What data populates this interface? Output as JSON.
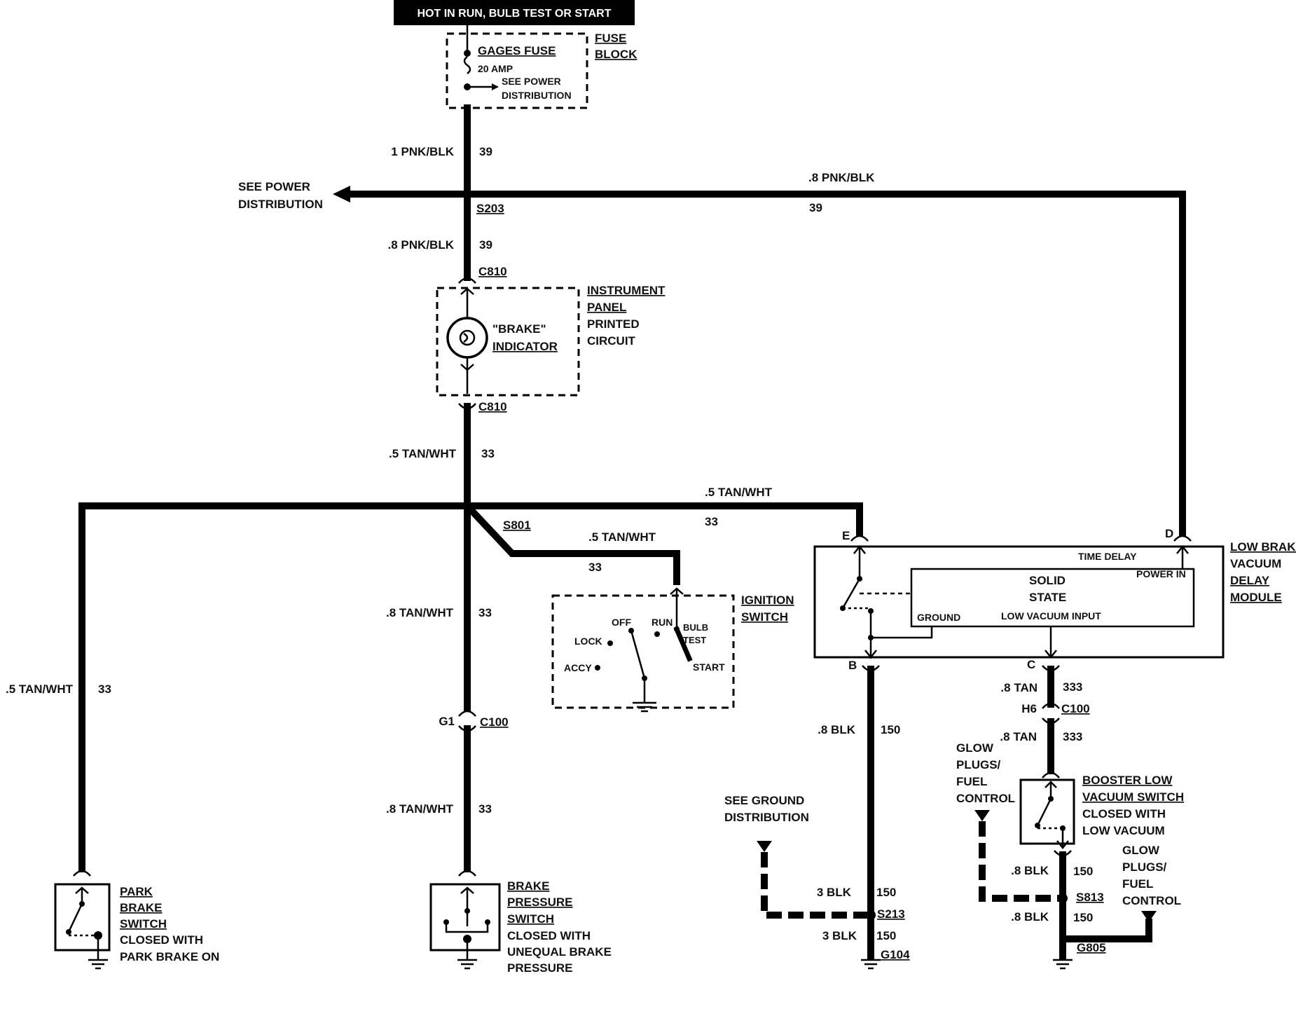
{
  "header": {
    "title": "HOT IN RUN,   BULB TEST OR START"
  },
  "fuse": {
    "block_label": [
      "FUSE",
      "BLOCK"
    ],
    "name": "GAGES FUSE",
    "rating": "20 AMP",
    "note": [
      "SEE POWER",
      "DISTRIBUTION"
    ]
  },
  "power_distribution": [
    "SEE POWER",
    "DISTRIBUTION"
  ],
  "ground_distribution": [
    "SEE GROUND",
    "DISTRIBUTION"
  ],
  "wires": {
    "w_fuse": {
      "gauge": "1 PNK/BLK",
      "circuit": "39"
    },
    "w_top_right": {
      "gauge": ".8 PNK/BLK",
      "circuit": "39"
    },
    "w_to_c810": {
      "gauge": ".8 PNK/BLK",
      "circuit": "39"
    },
    "w_tan1": {
      "gauge": ".5 TAN/WHT",
      "circuit": "33"
    },
    "w_tan_right": {
      "gauge": ".5 TAN/WHT",
      "circuit": "33"
    },
    "w_ign": {
      "gauge": ".5 TAN/WHT",
      "circuit": "33"
    },
    "w_tan_mid": {
      "gauge": ".8 TAN/WHT",
      "circuit": "33"
    },
    "w_tan_left": {
      "gauge": ".5 TAN/WHT",
      "circuit": "33"
    },
    "w_tan_low": {
      "gauge": ".8 TAN/WHT",
      "circuit": "33"
    },
    "w_blk_b": {
      "gauge": ".8 BLK",
      "circuit": "150"
    },
    "w_tan_c": {
      "gauge": ".8 TAN",
      "circuit": "333"
    },
    "w_tan_c2": {
      "gauge": ".8 TAN",
      "circuit": "333"
    },
    "w_3blk_a": {
      "gauge": "3 BLK",
      "circuit": "150"
    },
    "w_3blk_b": {
      "gauge": "3 BLK",
      "circuit": "150"
    },
    "w_blk_s813a": {
      "gauge": ".8 BLK",
      "circuit": "150"
    },
    "w_blk_s813b": {
      "gauge": ".8 BLK",
      "circuit": "150"
    }
  },
  "splices": {
    "s203": "S203",
    "s801": "S801",
    "s213": "S213",
    "s813": "S813"
  },
  "connectors": {
    "c810_top": "C810",
    "c810_bot": "C810",
    "c100_left": "C100",
    "c100_left_pin": "G1",
    "c100_right": "C100",
    "c100_right_pin": "H6"
  },
  "grounds": {
    "g104": "G104",
    "g805": "G805"
  },
  "components": {
    "indicator": {
      "name": [
        "\"BRAKE\"",
        "INDICATOR"
      ],
      "panel": [
        "INSTRUMENT",
        "PANEL",
        "PRINTED",
        "CIRCUIT"
      ]
    },
    "ignition": {
      "name": [
        "IGNITION",
        "SWITCH"
      ],
      "positions": {
        "off": "OFF",
        "run": "RUN",
        "bulb": "BULB",
        "test": "TEST",
        "lock": "LOCK",
        "accy": "ACCY",
        "start": "START"
      }
    },
    "module": {
      "name": [
        "LOW BRAKE",
        "VACUUM",
        "DELAY",
        "MODULE"
      ],
      "time_delay": "TIME DELAY",
      "solid_state": [
        "SOLID",
        "STATE"
      ],
      "power_in": "POWER IN",
      "ground": "GROUND",
      "low_vacuum_input": "LOW VACUUM INPUT",
      "pins": {
        "e": "E",
        "d": "D",
        "b": "B",
        "c": "C"
      }
    },
    "park_brake": [
      "PARK",
      "BRAKE",
      "SWITCH",
      "CLOSED WITH",
      "PARK BRAKE ON"
    ],
    "brake_pressure": [
      "BRAKE",
      "PRESSURE",
      "SWITCH",
      "CLOSED WITH",
      "UNEQUAL BRAKE",
      "PRESSURE"
    ],
    "booster": [
      "BOOSTER LOW",
      "VACUUM SWITCH",
      "CLOSED WITH",
      "LOW VACUUM"
    ],
    "glow_left": [
      "GLOW",
      "PLUGS/",
      "FUEL",
      "CONTROL"
    ],
    "glow_right": [
      "GLOW",
      "PLUGS/",
      "FUEL",
      "CONTROL"
    ]
  }
}
